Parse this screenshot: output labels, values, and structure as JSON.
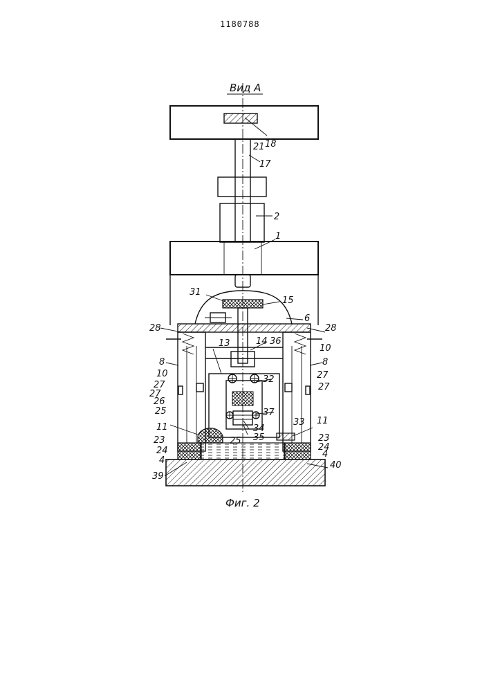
{
  "patent_number": "1180788",
  "view_title": "Вид A",
  "figure_caption": "Фиг. 2",
  "labels": {
    "l1": "1",
    "l2": "2",
    "l4a": "4",
    "l4b": "4",
    "l6": "6",
    "l8a": "8",
    "l8b": "8",
    "l10a": "10",
    "l10b": "10",
    "l11a": "11",
    "l11b": "11",
    "l13": "13",
    "l14": "14",
    "l15": "15",
    "l17": "17",
    "l18": "18",
    "l21": "21",
    "l23a": "23",
    "l23b": "23",
    "l24a": "24",
    "l24b": "24",
    "l25a": "25",
    "l25b": "25",
    "l26": "26",
    "l27a": "27",
    "l27b": "27",
    "l27c": "27",
    "l27d": "27",
    "l28a": "28",
    "l28b": "28",
    "l31": "31",
    "l32": "32",
    "l33": "33",
    "l34": "34",
    "l35": "35",
    "l36": "36",
    "l37": "37",
    "l39": "39",
    "l40": "40"
  }
}
